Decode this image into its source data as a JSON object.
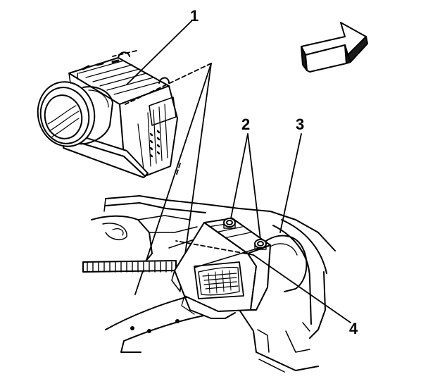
{
  "callouts": {
    "c1": "1",
    "c2": "2",
    "c3": "3",
    "c4": "4"
  },
  "colors": {
    "line": "#000000",
    "background": "#ffffff",
    "arrow_side": "#1a1a1a"
  },
  "icons": {
    "direction_arrow": "forward-arrow-icon"
  }
}
